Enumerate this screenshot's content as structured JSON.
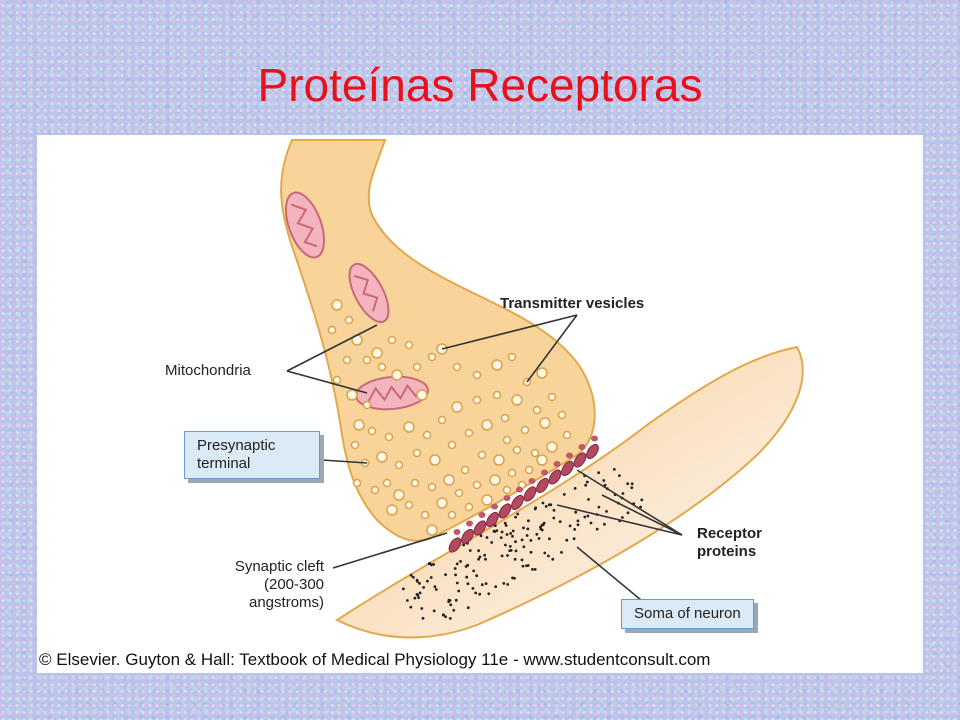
{
  "title": "Proteínas Receptoras",
  "diagram": {
    "labels": {
      "transmitter_vesicles": "Transmitter vesicles",
      "mitochondria": "Mitochondria",
      "presynaptic_terminal": [
        "Presynaptic",
        "terminal"
      ],
      "synaptic_cleft": [
        "Synaptic cleft",
        "(200-300",
        "angstroms)"
      ],
      "receptor_proteins": [
        "Receptor",
        "proteins"
      ],
      "soma_of_neuron": "Soma of neuron"
    },
    "credit": "© Elsevier. Guyton & Hall: Textbook of Medical Physiology 11e - www.studentconsult.com"
  },
  "colors": {
    "title": "#e8101a",
    "terminal_fill": "#f9d49a",
    "terminal_stroke": "#e2a84c",
    "receptor": "#b5485e",
    "mitochondria": "#f4b4be"
  }
}
